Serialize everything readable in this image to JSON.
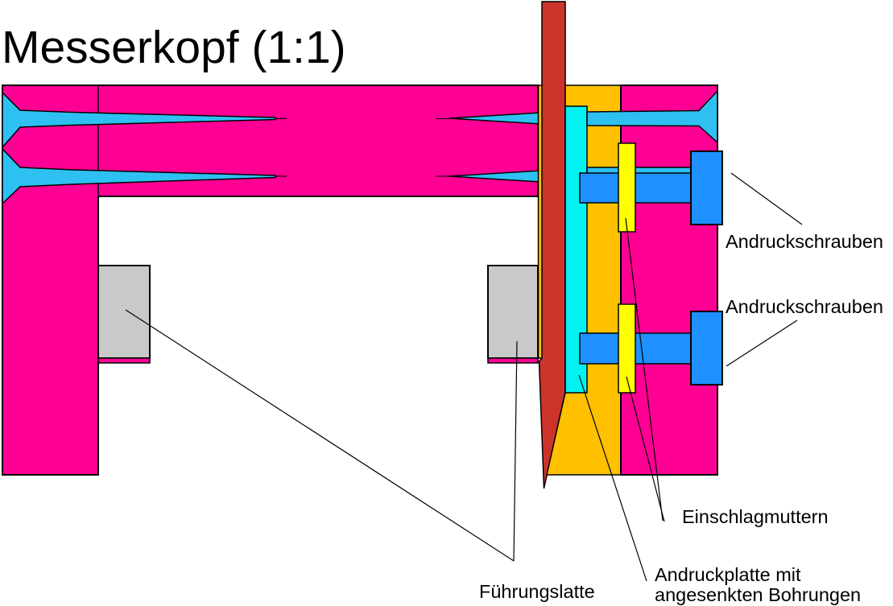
{
  "title": "Messerkopf (1:1)",
  "callouts": {
    "andruckschrauben_1": "Andruckschrauben",
    "andruckschrauben_2": "Andruckschrauben",
    "einschlagmuttern": "Einschlagmuttern",
    "fuehrungslatte": "Führungslatte",
    "andruckplatte_line1": "Andruckplatte mit",
    "andruckplatte_line2": "angesenkten Bohrungen"
  },
  "colors": {
    "body_magenta": "#FF0094",
    "plate_orange": "#FFC000",
    "blade_red": "#CC342B",
    "slot_blue": "#2FC0F2",
    "pressure_plate_aqua": "#00F2F2",
    "screw_blue": "#1E90FF",
    "nut_yellow": "#FFFF00",
    "batten_gray": "#C9C9C9",
    "line_black": "#000000",
    "background_white": "#FFFFFF"
  }
}
